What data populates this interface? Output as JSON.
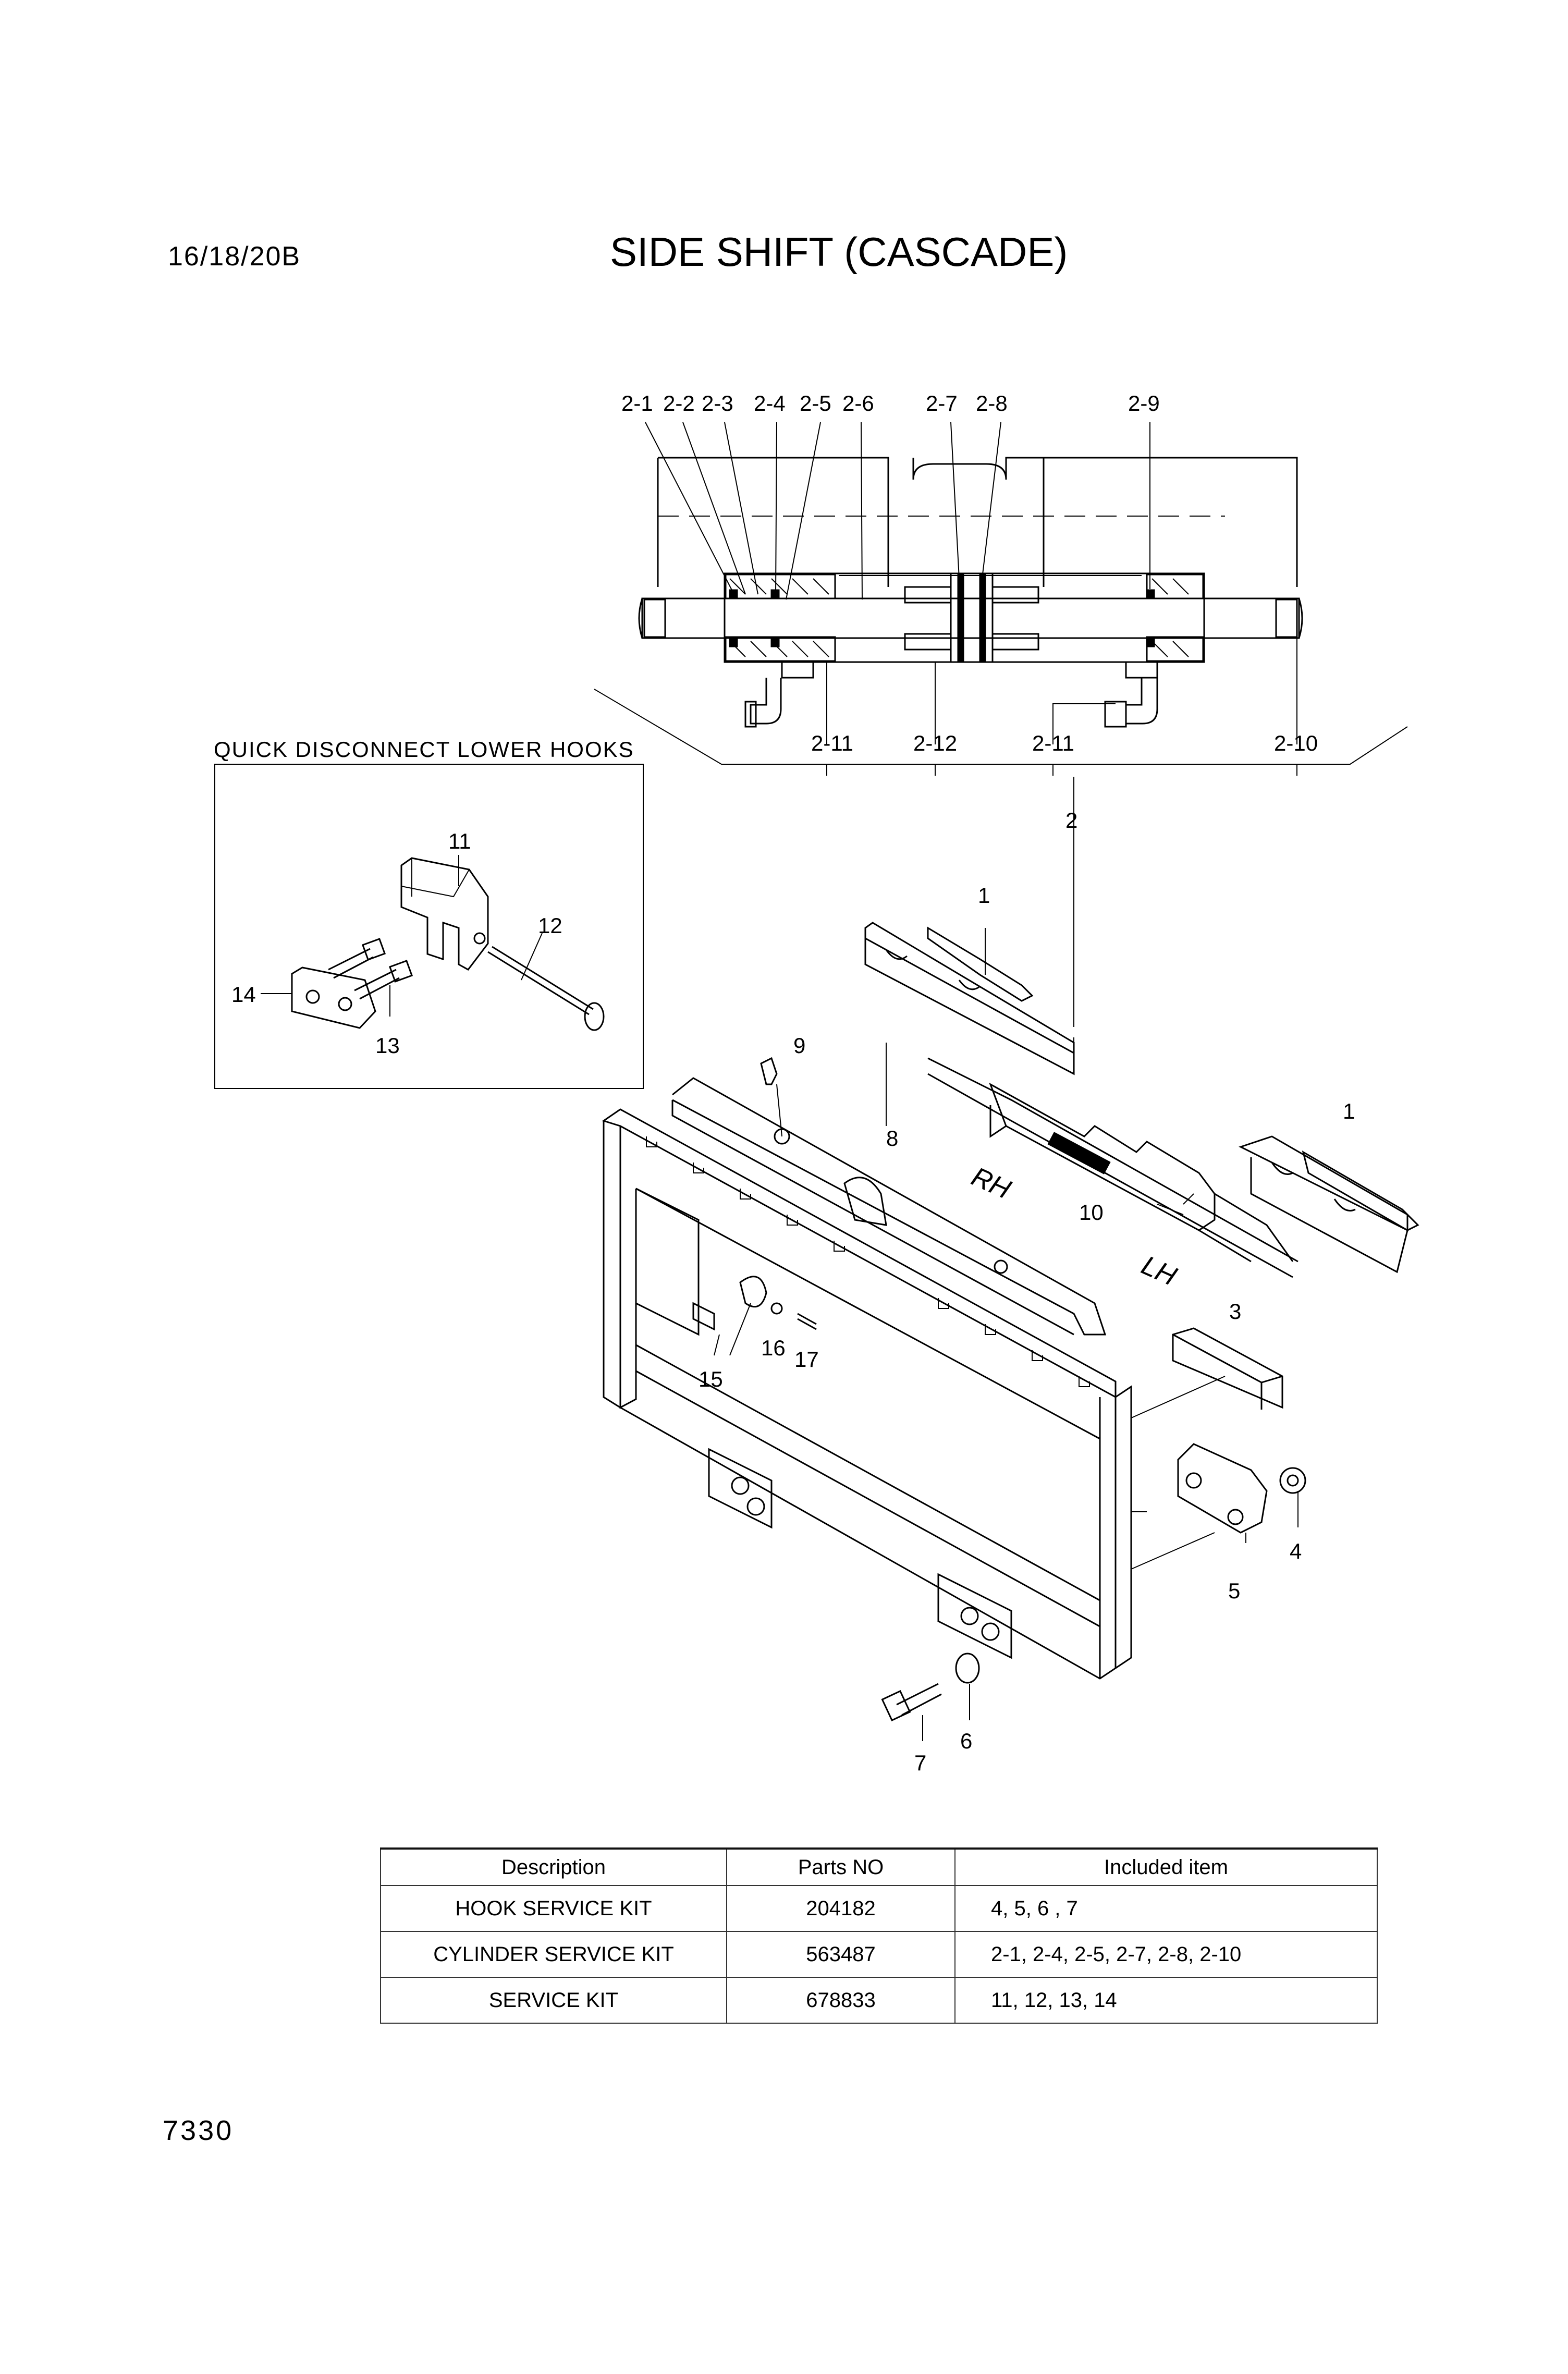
{
  "header": {
    "model": "16/18/20B",
    "title": "SIDE SHIFT (CASCADE)"
  },
  "cylinder_section": {
    "callouts_top": [
      "2-1",
      "2-2",
      "2-3",
      "2-4",
      "2-5",
      "2-6",
      "2-7",
      "2-8",
      "2-9"
    ],
    "callouts_bottom": [
      "2-11",
      "2-12",
      "2-11",
      "2-10"
    ]
  },
  "inset": {
    "title": "QUICK DISCONNECT LOWER HOOKS",
    "callouts": [
      "11",
      "12",
      "14",
      "13"
    ]
  },
  "main_callouts": [
    "2",
    "1",
    "9",
    "8",
    "1",
    "10",
    "16",
    "17",
    "15",
    "3",
    "4",
    "5",
    "6",
    "7"
  ],
  "orientation_labels": [
    "RH",
    "LH"
  ],
  "kits_table": {
    "headers": [
      "Description",
      "Parts NO",
      "Included item"
    ],
    "rows": [
      {
        "description": "HOOK SERVICE KIT",
        "part_no": "204182",
        "included": "4, 5, 6 , 7"
      },
      {
        "description": "CYLINDER SERVICE KIT",
        "part_no": "563487",
        "included": "2-1, 2-4, 2-5, 2-7, 2-8, 2-10"
      },
      {
        "description": "SERVICE KIT",
        "part_no": "678833",
        "included": "11, 12, 13, 14"
      }
    ]
  },
  "footer": {
    "page_number": "7330"
  }
}
